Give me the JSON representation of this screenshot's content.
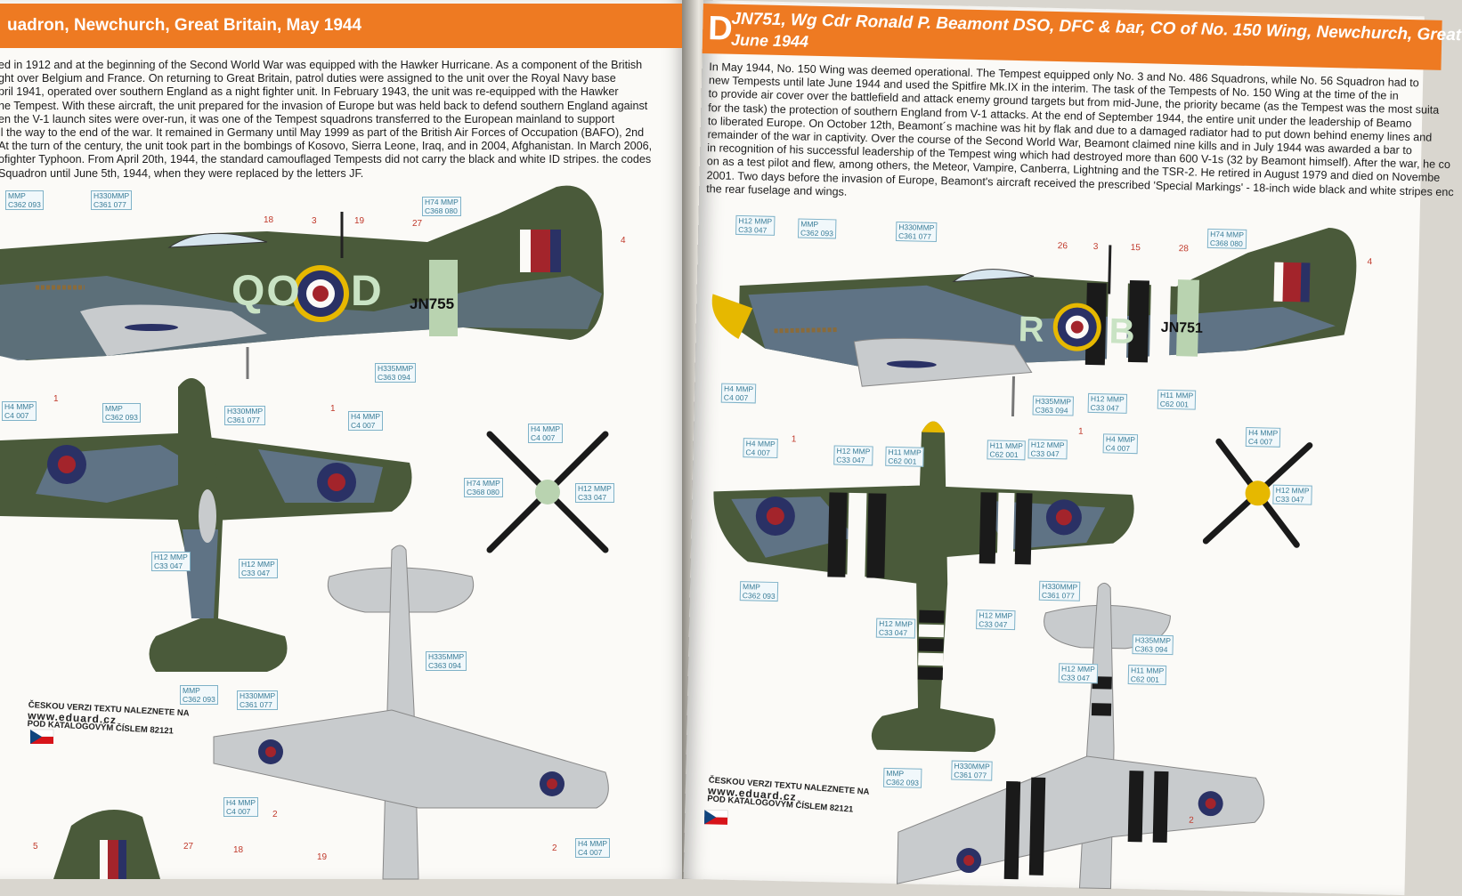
{
  "left_page": {
    "banner_title": "uadron, Newchurch, Great Britain, May 1944",
    "text_lines": [
      "ed in 1912 and at the beginning of the Second World War was equipped with the Hawker Hurricane. As a component of the British",
      "ght over Belgium and France. On returning to Great Britain, patrol duties were assigned to the unit over the Royal Navy base",
      "pril 1941, operated over southern England as a night fighter unit. In February 1943, the unit was re-equipped with the Hawker",
      "he Tempest. With these aircraft, the unit prepared for the invasion of Europe but was held back to defend southern England against",
      "en the V-1 launch sites were over-run, it was one of the Tempest squadrons transferred to the European mainland to support",
      "ll the way to the end of the war. It remained in Germany until May 1999 as part of the British Air Forces of Occupation (BAFO), 2nd",
      "At the turn of the century, the unit took part in the bombings of Kosovo, Sierra Leone, Iraq, and in 2004, Afghanistan. In March 2006,",
      "ofighter Typhoon. From April 20th, 1944, the standard camouflaged Tempests did not carry the black and white ID stripes. the codes",
      "Squadron until June 5th, 1944, when they were replaced by the letters JF."
    ],
    "aircraft_code_left": "QO",
    "aircraft_code_right": "D",
    "serial": "JN755",
    "callouts": [
      {
        "a": "MMP",
        "b": "C362 093"
      },
      {
        "a": "H330MMP",
        "b": "C361 077"
      },
      {
        "a": "H74 MMP",
        "b": "C368 080"
      },
      {
        "a": "H335MMP",
        "b": "C363 094"
      },
      {
        "a": "H4 MMP",
        "b": "C4 007"
      },
      {
        "a": "MMP",
        "b": "C362 093"
      },
      {
        "a": "H330MMP",
        "b": "C361 077"
      },
      {
        "a": "H4 MMP",
        "b": "C4 007"
      },
      {
        "a": "H4 MMP",
        "b": "C4 007"
      },
      {
        "a": "H74 MMP",
        "b": "C368 080"
      },
      {
        "a": "H12 MMP",
        "b": "C33 047"
      },
      {
        "a": "H12 MMP",
        "b": "C33 047"
      },
      {
        "a": "H12 MMP",
        "b": "C33 047"
      },
      {
        "a": "H335MMP",
        "b": "C363 094"
      },
      {
        "a": "MMP",
        "b": "C362 093"
      },
      {
        "a": "H330MMP",
        "b": "C361 077"
      },
      {
        "a": "H4 MMP",
        "b": "C4 007"
      },
      {
        "a": "H4 MMP",
        "b": "C4 007"
      }
    ],
    "numbers": [
      "18",
      "3",
      "19",
      "27",
      "4",
      "1",
      "1",
      "2",
      "2",
      "5",
      "27",
      "18",
      "19"
    ],
    "note_line1": "ČESKOU VERZI TEXTU NALEZNETE NA",
    "note_url": "www.eduard.cz",
    "note_line3": "POD KATALOGOVÝM ČÍSLEM 82121"
  },
  "right_page": {
    "banner_letter": "D",
    "banner_line1": "JN751, Wg Cdr Ronald P. Beamont DSO, DFC & bar, CO of No. 150 Wing, Newchurch, Great",
    "banner_line2": "June 1944",
    "text_lines": [
      "In May 1944, No. 150 Wing was deemed operational. The Tempest equipped only No. 3 and No. 486 Squadrons, while No. 56 Squadron had to",
      "new Tempests until late June 1944 and used the Spitfire Mk.IX in the interim. The task of the Tempests of No. 150 Wing at the time of the in",
      "to provide air cover over the battlefield and attack enemy ground targets but from mid-June, the priority became (as the Tempest was the most suita",
      "for the task) the protection of southern England from V-1 attacks. At the end of September 1944, the entire unit under the leadership of Beamo",
      "to liberated Europe. On October 12th, Beamont´s machine was hit by flak and due to a damaged radiator had to put down behind enemy lines and",
      "remainder of the war in captivity. Over the course of the Second World War, Beamont claimed nine kills and in July 1944 was awarded a bar to",
      "in recognition of his successful leadership of the Tempest wing which had destroyed more than 600 V-1s (32 by Beamont himself). After the war, he co",
      "on as a test pilot and flew, among others, the Meteor, Vampire, Canberra, Lightning and the TSR-2. He retired in August 1979 and died on Novembe",
      "2001. Two days before the invasion of Europe, Beamont's aircraft received the prescribed 'Special Markings' - 18-inch wide black and white stripes enc",
      "the rear fuselage and wings."
    ],
    "aircraft_code_left": "R",
    "aircraft_code_right": "B",
    "serial": "JN751",
    "callouts": [
      {
        "a": "H12 MMP",
        "b": "C33 047"
      },
      {
        "a": "MMP",
        "b": "C362 093"
      },
      {
        "a": "H330MMP",
        "b": "C361 077"
      },
      {
        "a": "H74 MMP",
        "b": "C368 080"
      },
      {
        "a": "H4 MMP",
        "b": "C4 007"
      },
      {
        "a": "H335MMP",
        "b": "C363 094"
      },
      {
        "a": "H12 MMP",
        "b": "C33 047"
      },
      {
        "a": "H11 MMP",
        "b": "C62 001"
      },
      {
        "a": "H4 MMP",
        "b": "C4 007"
      },
      {
        "a": "H12 MMP",
        "b": "C33 047"
      },
      {
        "a": "H11 MMP",
        "b": "C62 001"
      },
      {
        "a": "H11 MMP",
        "b": "C62 001"
      },
      {
        "a": "H12 MMP",
        "b": "C33 047"
      },
      {
        "a": "H4 MMP",
        "b": "C4 007"
      },
      {
        "a": "H4 MMP",
        "b": "C4 007"
      },
      {
        "a": "H12 MMP",
        "b": "C33 047"
      },
      {
        "a": "MMP",
        "b": "C362 093"
      },
      {
        "a": "H330MMP",
        "b": "C361 077"
      },
      {
        "a": "H12 MMP",
        "b": "C33 047"
      },
      {
        "a": "H12 MMP",
        "b": "C33 047"
      },
      {
        "a": "H335MMP",
        "b": "C363 094"
      },
      {
        "a": "H12 MMP",
        "b": "C33 047"
      },
      {
        "a": "H11 MMP",
        "b": "C62 001"
      },
      {
        "a": "MMP",
        "b": "C362 093"
      },
      {
        "a": "H330MMP",
        "b": "C361 077"
      }
    ],
    "numbers": [
      "26",
      "3",
      "15",
      "28",
      "4",
      "1",
      "1",
      "2"
    ],
    "note_line1": "ČESKOU VERZI TEXTU NALEZNETE NA",
    "note_url": "www.eduard.cz",
    "note_line3": "POD KATALOGOVÝM ČÍSLEM 82121"
  },
  "colors": {
    "banner": "#ee7a22",
    "camo_green": "#4a5a3a",
    "camo_grey": "#5f7385",
    "sky": "#b9d3b0",
    "underside_grey": "#c8cbcd",
    "roundel_blue": "#2a3165",
    "roundel_red": "#a3242b",
    "roundel_yellow": "#e6b800",
    "code_letters": "#c9e3c4",
    "callout_text": "#3a7d98"
  }
}
